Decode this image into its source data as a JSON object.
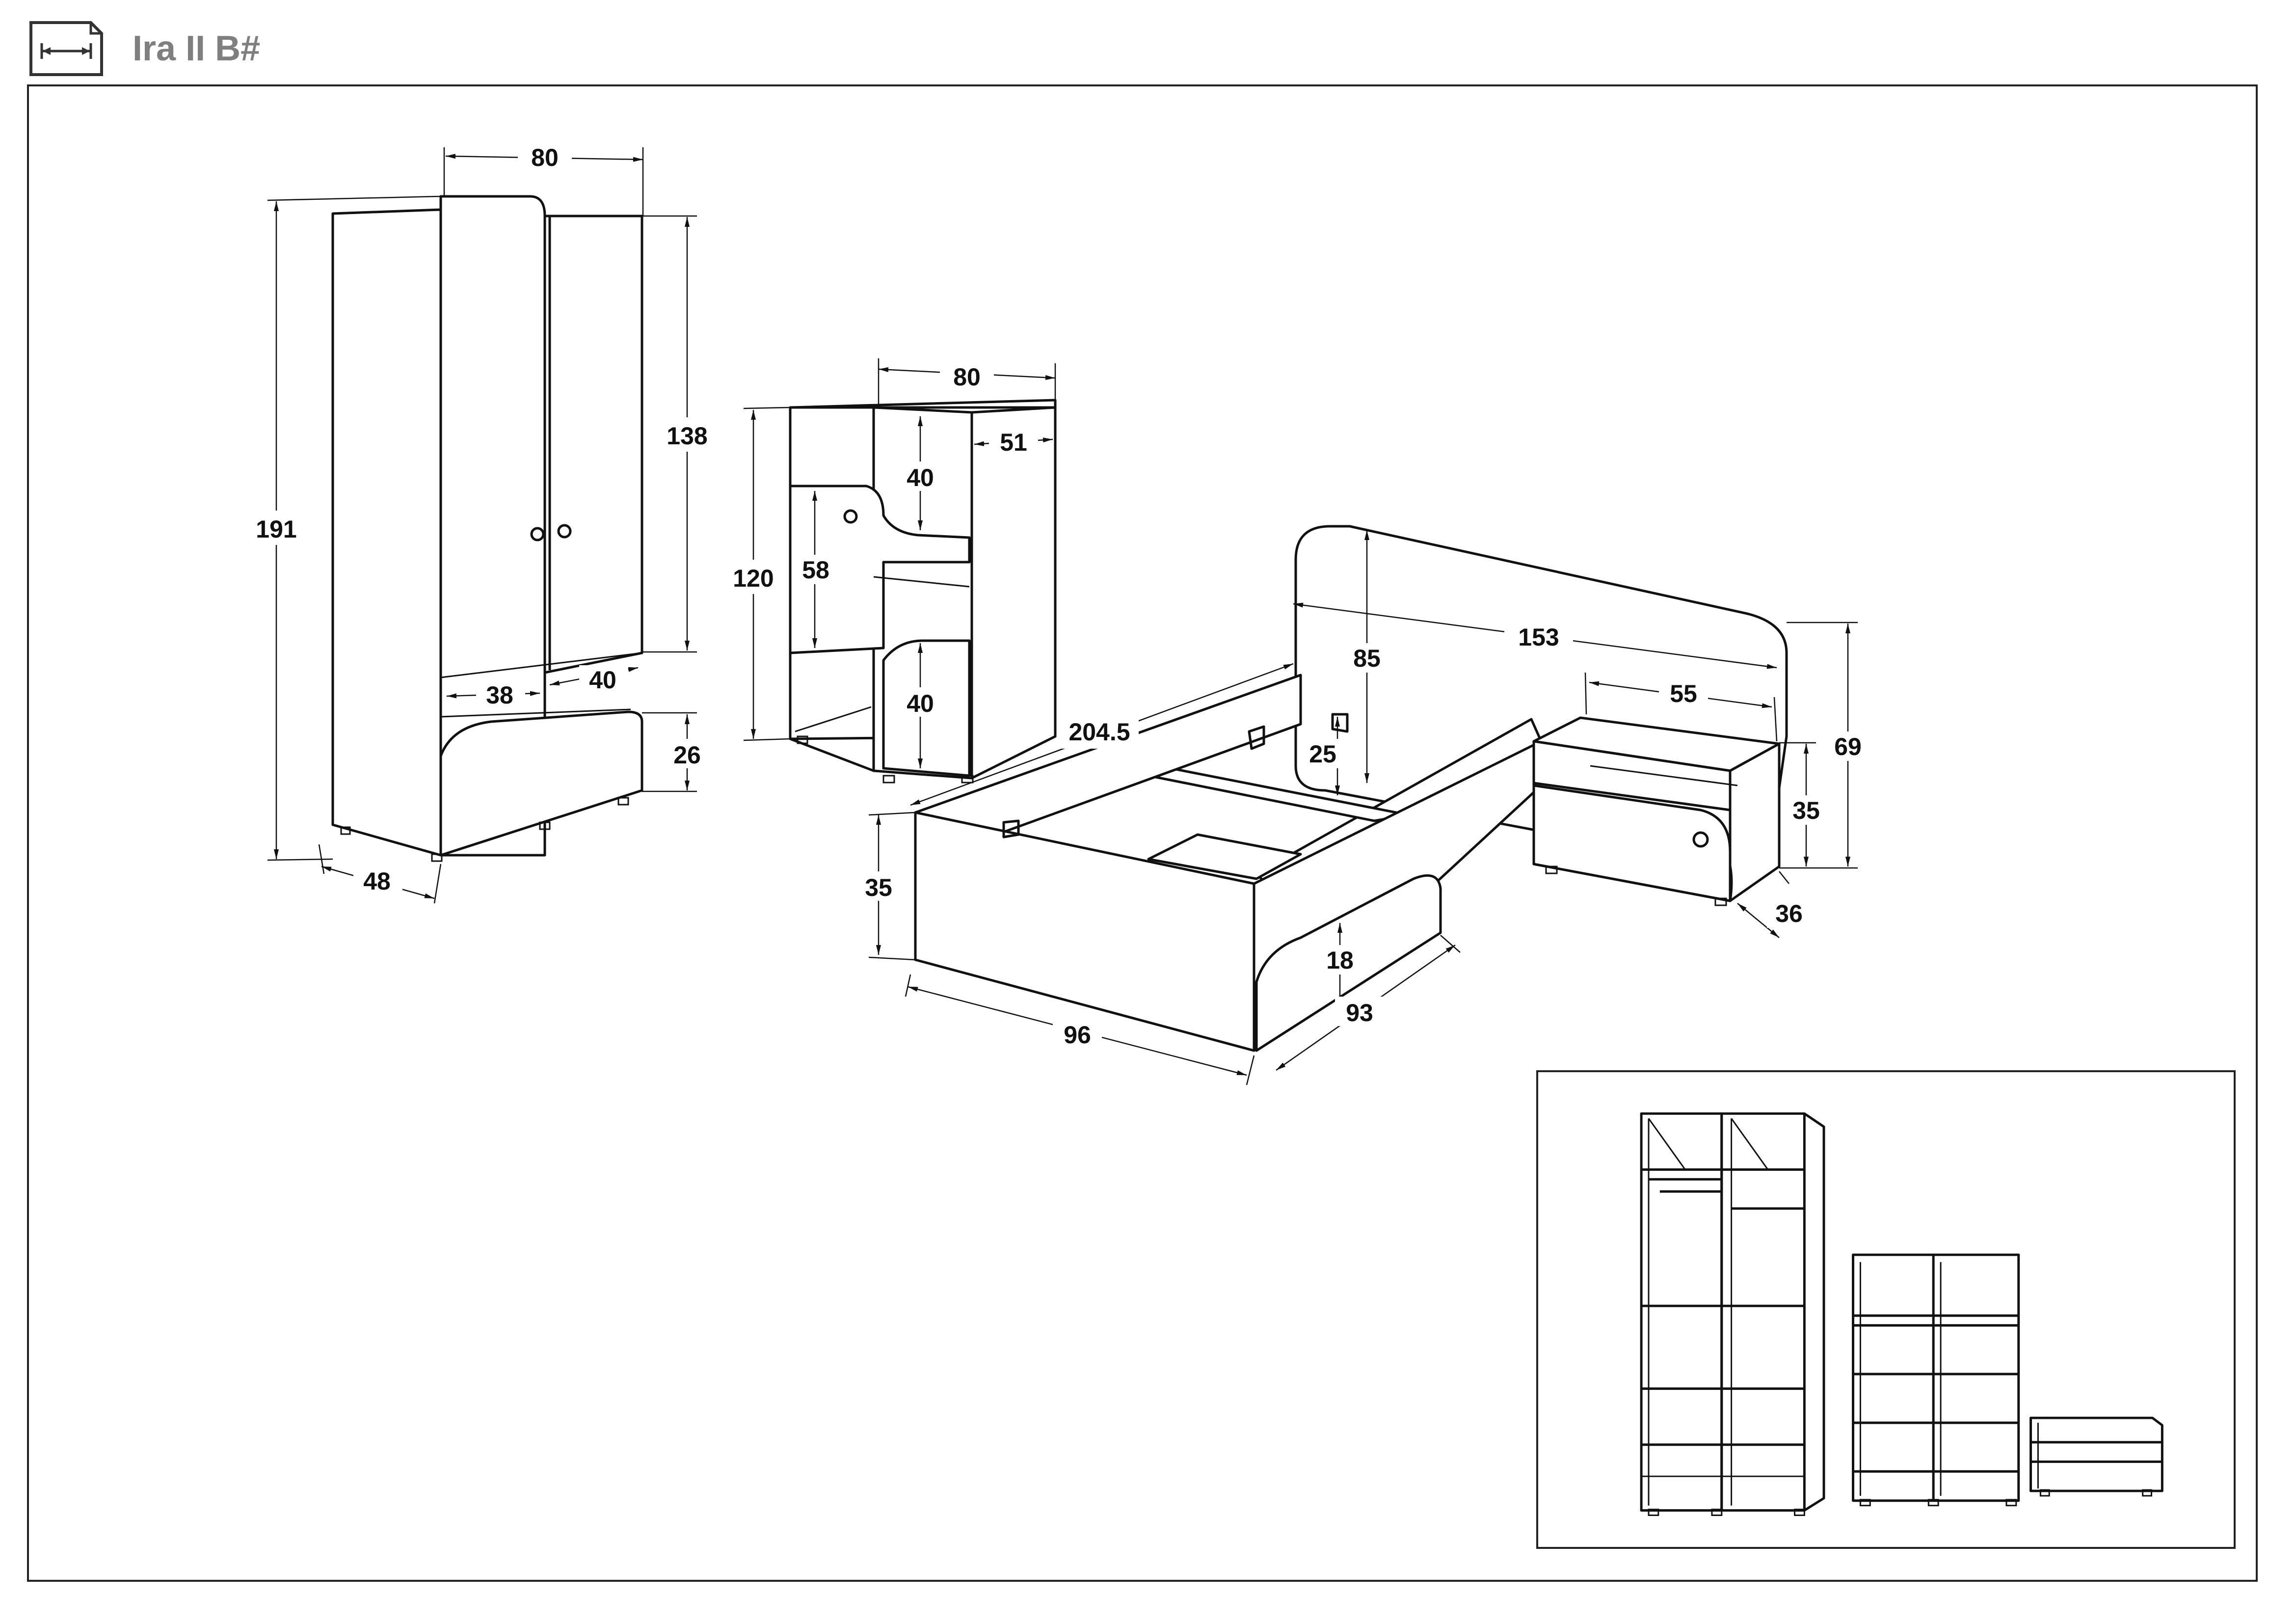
{
  "header": {
    "title": "Ira II B#",
    "icon": "dimensions-icon"
  },
  "wardrobe": {
    "width": "80",
    "height": "191",
    "door_height": "138",
    "depth": "48",
    "inner_left": "38",
    "inner_right": "40",
    "drawer_height": "26"
  },
  "cabinet": {
    "width": "80",
    "height": "120",
    "depth": "51",
    "upper_opening": "40",
    "door_height": "58",
    "lower_opening": "40"
  },
  "bed": {
    "length": "204.5",
    "headboard_width": "153",
    "headboard_height": "85",
    "bracket_height": "25",
    "frame_height": "35",
    "drawer_height": "18",
    "front_width": "96",
    "drawer_length": "93"
  },
  "nightstand": {
    "width": "55",
    "total_height": "69",
    "height": "35",
    "depth": "36"
  },
  "colors": {
    "title": "#7f7f7f",
    "line": "#111111"
  }
}
